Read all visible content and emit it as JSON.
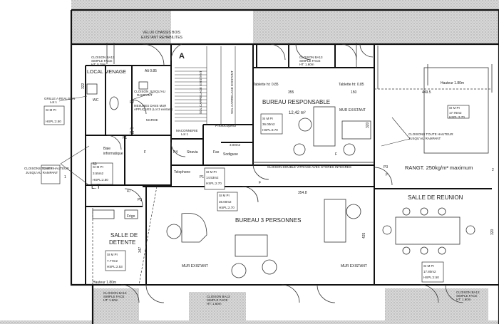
{
  "labels": {
    "velux": "VELUX CHASSIS BOIS",
    "velux_sub": "EXISTANT REHABILITES",
    "stair_letter": "A",
    "cloison_tl": "CLOISON BA13",
    "cloison_tl_2": "SIMPLE FACE",
    "cloison_tl_3": "HT: 0.29m",
    "local_menage": "LOCAL MENAGE",
    "alt_085_a": "Alt 0.85",
    "cloison_rampant_1": "CLOISON JUSQU'AU",
    "cloison_rampant_2": "RAMPANT",
    "grille": "GRILLE A REALISER",
    "grille_2": "Lot 1",
    "mesures": "MESURES DANS MUR",
    "mesures_2": "APPLIQUES (Lot 3 existant)",
    "wc": "WC",
    "p2_a": "P2",
    "p2_b": "P2",
    "maroe": "MAROE",
    "af": "AF",
    "sd_hspl": "HSPL:2.50",
    "sol_carrelage": "SOL CARRELAGE EXISTANT",
    "sol_carrelage_2": "SOL CARRELAGE EXISTANT",
    "maconnerie": "MACONNERIE",
    "maconnerie_2": "Lot 1",
    "photocopieur": "Photocopieur",
    "fax": "Fax",
    "sodigouse": "Sodiguse",
    "stravia": "Stravia",
    "telephone": "Telephone",
    "hspl_270": "HSPL:2.70",
    "area_1453": "14.53m2",
    "area_300": "3.00m2",
    "baie_info": "Baie",
    "baie_info_2": "informatique",
    "area_355": "3.55m2",
    "hspl_250": "HSPL:2.50",
    "cloisons_toute": "CLOISONS TOUTE HAUTEUR",
    "cloisons_toute_2": "JUSQU'AU RAMPANT",
    "lt": "L.T",
    "n60": "60",
    "p3": "P3",
    "frigo": "Frigo",
    "salle_detente": "SALLE DE",
    "salle_detente_2": "DETENTE",
    "area_777": "7.77m2",
    "hspl_253": "HSPL:2.53",
    "hauteur_180": "Hauteur 1.80m",
    "cloison_bl": "CLOISON BA13",
    "cloison_bl_2": "SIMPLE FACE",
    "cloison_bl_3": "HT: 1.60m",
    "mur_existant_a": "MUR EXISTANT",
    "mur_existant_b": "MUR EXISTANT",
    "mur_existant_c": "MUR EXISTANT",
    "bureau_3": "BUREAU 3 PERSONNES",
    "area_3600": "36.00m2",
    "hspl_270b": "HSPL:2.70",
    "dim_3548": "354.8",
    "cloison_bm": "CLOISON BA13",
    "cloison_bm_2": "SIMPLE FACE",
    "cloison_bm_3": "HT: 1.60m",
    "tablette_a": "Tablette ht: 0.85",
    "tablette_b": "Tablette ht: 0.85",
    "dim_355": "355",
    "dim_150": "150",
    "bureau_resp": "BUREAU RESPONSABLE",
    "bureau_resp_2": "12,42 m²",
    "area_3600b": "36.00m2",
    "hspl_370": "HSPL:3.70",
    "cloison_double": "CLOISON DOUBLE VITRAGE AVEC STORES INTEGRES",
    "cloison_tr": "CLOISON BA13",
    "cloison_tr_2": "SIMPLE FACE",
    "cloison_tr_3": "HT: 1.60m",
    "hauteur_180b": "Hauteur 1.80m",
    "dim_4495": "449.5",
    "area_1776": "17.76m2",
    "hspl_370b": "HSPL:3.70",
    "cloisons_toute_b": "CLOISONS TOUTE HAUTEUR",
    "cloisons_toute_b2": "JUSQU'AU RAMPANT",
    "rangt": "RANGT. 250kg/m² maximum",
    "salle_reunion": "SALLE DE REUNION",
    "area_1780": "17.80m2",
    "hspl_250b": "HSPL:2.50",
    "cloison_br": "CLOISON BA13",
    "cloison_br_2": "SIMPLE FACE",
    "cloison_br_3": "HT: 1.60m",
    "smp": "SI M PI",
    "dim_320": "320",
    "dim_322": "322",
    "dim_425": "425",
    "dim_347": "347",
    "dim_320b": "320",
    "dim_47": "47",
    "f_a": "F",
    "f_b": "F",
    "f_c": "F",
    "f_d": "F",
    "p4": "P4",
    "p1_a": "P1",
    "p1_b": "P1",
    "p3_b": "P3",
    "hash_1": "1",
    "hash_2": "2"
  }
}
